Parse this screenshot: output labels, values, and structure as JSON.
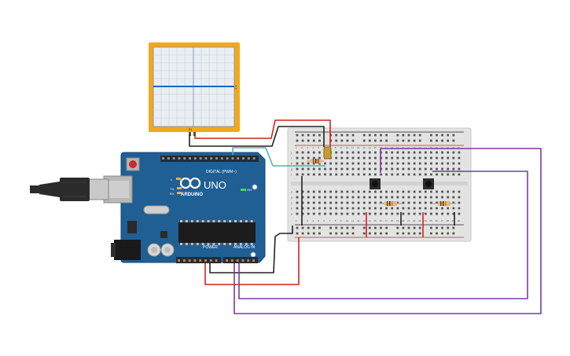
{
  "arduino": {
    "logo_text": "ARDUINO",
    "model": "UNO",
    "digital_header": "DIGITAL (PWM~)",
    "power_header": "POWER",
    "analog_header": "ANALOG IN",
    "on_label": "ON",
    "tx_label": "TX",
    "rx_label": "RX",
    "l_label": "L",
    "board_color": "#1f5f94"
  },
  "oscilloscope": {
    "frame_color": "#f2a81d",
    "trace_color": "#1d64c8",
    "scale_label": "1 s",
    "pin_label": "IN"
  },
  "breadboard": {
    "column_numbers": [
      "1",
      "2",
      "3",
      "4",
      "5",
      "6",
      "7",
      "8",
      "9",
      "10",
      "11",
      "12",
      "13",
      "14",
      "15",
      "16",
      "17",
      "18",
      "19",
      "20",
      "21",
      "22",
      "23",
      "24",
      "25",
      "26",
      "27",
      "28",
      "29",
      "30"
    ],
    "row_letters_top": [
      "j",
      "i",
      "h",
      "g",
      "f"
    ],
    "row_letters_bottom": [
      "e",
      "d",
      "c",
      "b",
      "a"
    ]
  },
  "wire_colors": {
    "red": "#d71f1f",
    "black": "#222222",
    "purple": "#7b3a9b",
    "teal": "#45b7c2"
  }
}
